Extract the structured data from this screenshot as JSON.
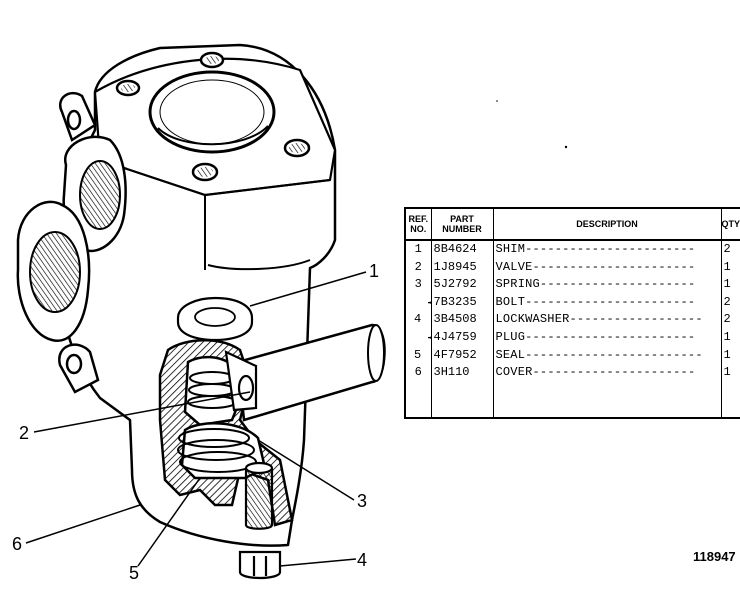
{
  "callouts": [
    "1",
    "2",
    "3",
    "4",
    "5",
    "6"
  ],
  "table": {
    "headers": {
      "ref": [
        "REF.",
        "NO."
      ],
      "part": [
        "PART",
        "NUMBER"
      ],
      "desc": "DESCRIPTION",
      "qty": "QTY"
    },
    "rows": [
      {
        "ref": "1",
        "part": "8B4624",
        "desc": "SHIM",
        "qty": "2"
      },
      {
        "ref": "2",
        "part": "1J8945",
        "desc": "VALVE",
        "qty": "1"
      },
      {
        "ref": "3",
        "part": "5J2792",
        "desc": "SPRING",
        "qty": "1"
      },
      {
        "ref": "",
        "part": "7B3235",
        "desc": "BOLT",
        "qty": "2"
      },
      {
        "ref": "4",
        "part": "3B4508",
        "desc": "LOCKWASHER",
        "qty": "2"
      },
      {
        "ref": "",
        "part": "4J4759",
        "desc": "PLUG",
        "qty": "1"
      },
      {
        "ref": "5",
        "part": "4F7952",
        "desc": "SEAL",
        "qty": "1"
      },
      {
        "ref": "6",
        "part": "3H110",
        "desc": "COVER",
        "qty": "1"
      }
    ]
  },
  "drawing_number": "118947"
}
